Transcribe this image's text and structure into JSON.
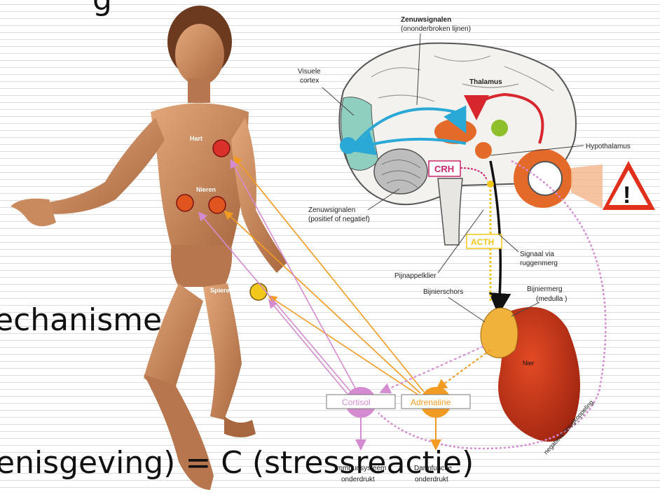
{
  "slide": {
    "top_fragment": "g",
    "mid_fragment": "echanisme",
    "bottom_fragment": "enisgeving) = C (stressreactie)"
  },
  "body_labels": {
    "heart": "Hart",
    "kidneys": "Nieren",
    "muscles": "Spieren"
  },
  "brain_labels": {
    "nerve_signals_top": "Zenuwsignalen",
    "nerve_signals_top_sub": "(ononderbroken lijnen)",
    "visual_cortex_1": "Visuele",
    "visual_cortex_2": "cortex",
    "thalamus": "Thalamus",
    "hypothalamus": "Hypothalamus",
    "crh": "CRH",
    "nerve_signals_bottom": "Zenuwsignalen",
    "nerve_signals_bottom_sub": "(positief of negatief)",
    "acth": "ACTH",
    "spinal_signal_1": "Signaal via",
    "spinal_signal_2": "ruggenmerg",
    "pineal": "Pijnappelklier",
    "adrenal_cortex": "Bijnierschors",
    "adrenal_medulla_1": "Bijniermerg",
    "adrenal_medulla_2": "(medulla  )",
    "kidney": "Nier",
    "cortisol": "Cortisol",
    "adrenaline": "Adrenaline",
    "immune_1": "Immuunsysteem",
    "immune_2": "onderdrukt",
    "digestion_1": "Darmfunctie",
    "digestion_2": "onderdrukt",
    "feedback": "negatieve terugkoppeling"
  },
  "warning_symbol": "!",
  "colors": {
    "body_skin": "#c98a5e",
    "organ_red": "#d9302a",
    "organ_orange": "#e0541f",
    "organ_yellow": "#f2c81b",
    "cortisol_pink": "#d48bd0",
    "adrenaline_orange": "#f29b22",
    "cyan_arrow": "#2aa8d6",
    "red_arrow": "#d8262f",
    "kidney": "#c93a1c",
    "warning_red": "#e0301c"
  }
}
